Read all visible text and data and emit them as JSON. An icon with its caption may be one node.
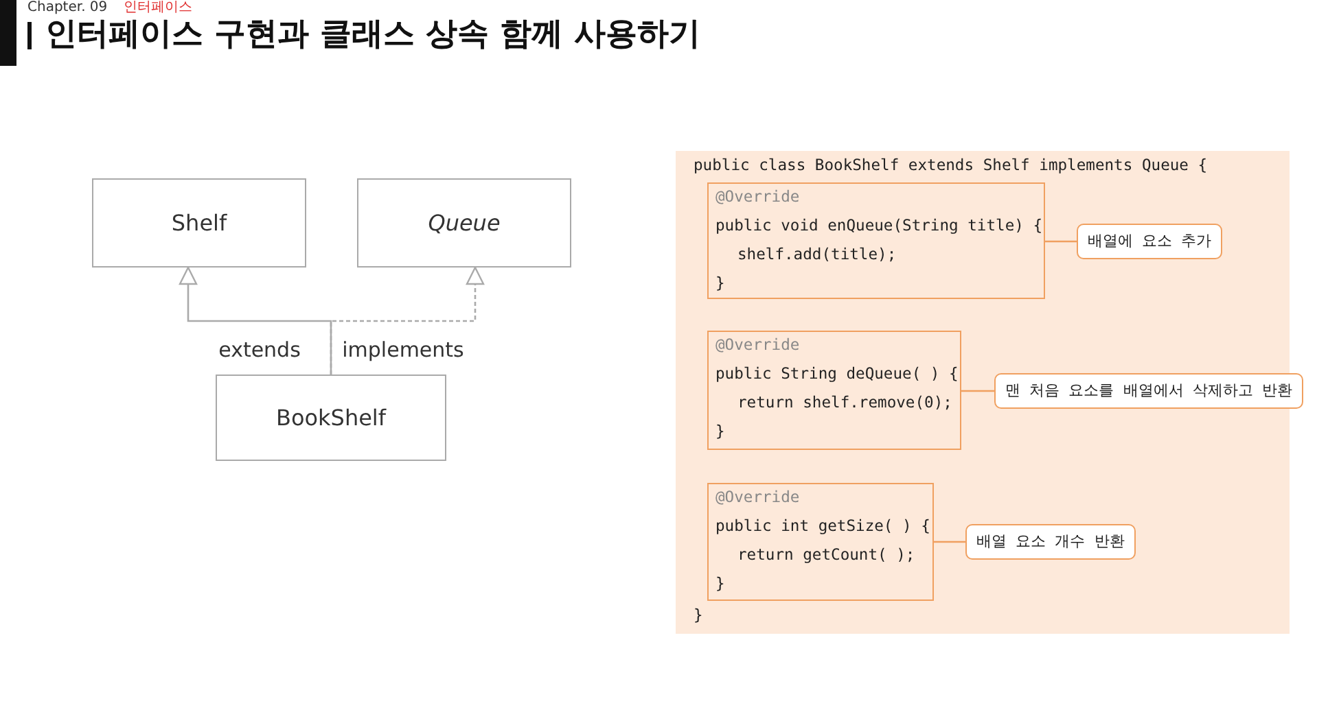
{
  "diagram": {
    "title": "인터페이스 구현과 클래스 상속 함께 사용하기",
    "nodes": [
      {
        "text": [
          "Shelf"
        ]
      },
      {
        "text": [
          "*Queue*"
        ]
      },
      {
        "text": [
          "BookShelf"
        ]
      },
      {
        "text": [
          "public class BookShelf extends Shelf implements Queue {",
          "}"
        ]
      },
      {
        "text": [
          "@Override",
          "public void enQueue(String title) {",
          "shelf.add(title);",
          "}"
        ],
        "in": 3
      },
      {
        "text": [
          "배열에 요소 추가"
        ],
        "in": 3
      },
      {
        "text": [
          "@Override",
          "public String deQueue( ) {",
          "return shelf.remove(0);",
          "}"
        ],
        "in": 3
      },
      {
        "text": [
          "맨 처음 요소를 배열에서 삭제하고 반환"
        ],
        "in": 3
      },
      {
        "text": [
          "@Override",
          "public int getSize( ) {",
          "return getCount( );",
          "}"
        ],
        "in": 3
      },
      {
        "text": [
          "배열 요소 개수 반환"
        ],
        "in": 3
      }
    ],
    "edges": [
      {
        "from": 2,
        "to": 0,
        "arrow": "to",
        "label": "extends"
      },
      {
        "from": 2,
        "to": 1,
        "arrow": "to",
        "label": "implements",
        "style": "dashed"
      },
      {
        "from": 4,
        "to": 5,
        "arrow": "none"
      },
      {
        "from": 6,
        "to": 7,
        "arrow": "none"
      },
      {
        "from": 8,
        "to": 9,
        "arrow": "none"
      }
    ],
    "labels": [
      "Chapter. 09",
      "인터페이스"
    ]
  }
}
